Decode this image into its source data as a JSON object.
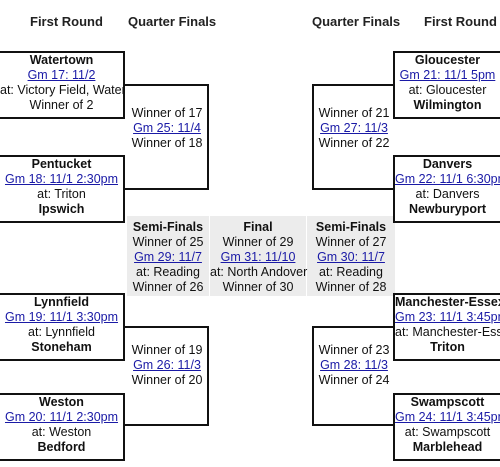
{
  "headers": {
    "first_round_left": "First Round",
    "quarter_finals_left": "Quarter Finals",
    "quarter_finals_right": "Quarter Finals",
    "first_round_right": "First Round"
  },
  "r1_left": [
    {
      "team1": "Watertown",
      "game": "Gm 17: 11/2",
      "venue": "at: Victory Field, Water",
      "team2": "Winner of 2"
    },
    {
      "team1": "Pentucket",
      "game": "Gm 18: 11/1 2:30pm",
      "venue": "at: Triton",
      "team2": "Ipswich"
    },
    {
      "team1": "Lynnfield",
      "game": "Gm 19: 11/1 3:30pm",
      "venue": "at: Lynnfield",
      "team2": "Stoneham"
    },
    {
      "team1": "Weston",
      "game": "Gm 20: 11/1 2:30pm",
      "venue": "at: Weston",
      "team2": "Bedford"
    }
  ],
  "r1_right": [
    {
      "team1": "Gloucester",
      "game": "Gm 21: 11/1 5pm",
      "venue": "at: Gloucester",
      "team2": "Wilmington"
    },
    {
      "team1": "Danvers",
      "game": "Gm 22: 11/1 6:30pm",
      "venue": "at: Danvers",
      "team2": "Newburyport"
    },
    {
      "team1": "Manchester-Essex",
      "game": "Gm 23: 11/1 3:45pm",
      "venue": "at: Manchester-Esse",
      "team2": "Triton"
    },
    {
      "team1": "Swampscott",
      "game": "Gm 24: 11/1 3:45pm",
      "venue": "at: Swampscott",
      "team2": "Marblehead"
    }
  ],
  "qf_left": [
    {
      "top": "Winner of 17",
      "game": "Gm 25: 11/4",
      "bottom": "Winner of 18"
    },
    {
      "top": "Winner of 19",
      "game": "Gm 26: 11/3",
      "bottom": "Winner of 20"
    }
  ],
  "qf_right": [
    {
      "top": "Winner of 21",
      "game": "Gm 27: 11/3",
      "bottom": "Winner of 22"
    },
    {
      "top": "Winner of 23",
      "game": "Gm 28: 11/3",
      "bottom": "Winner of 24"
    }
  ],
  "sf_left": {
    "title": "Semi-Finals",
    "top": "Winner of 25",
    "game": "Gm 29: 11/7",
    "venue": "at: Reading",
    "bottom": "Winner of 26"
  },
  "final": {
    "title": "Final",
    "top": "Winner of 29",
    "game": "Gm 31: 11/10",
    "venue": "at: North Andover",
    "bottom": "Winner of 30"
  },
  "sf_right": {
    "title": "Semi-Finals",
    "top": "Winner of 27",
    "game": "Gm 30: 11/7",
    "venue": "at: Reading",
    "bottom": "Winner of 28"
  },
  "colors": {
    "link": "#1a1aa6",
    "line": "#111111",
    "shade": "#ececec"
  }
}
